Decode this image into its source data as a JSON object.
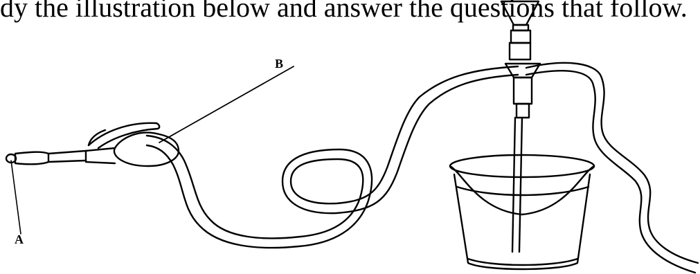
{
  "instruction": "dy the illustration below and answer the questions that follow.",
  "labels": {
    "a": "A",
    "b": "B"
  }
}
